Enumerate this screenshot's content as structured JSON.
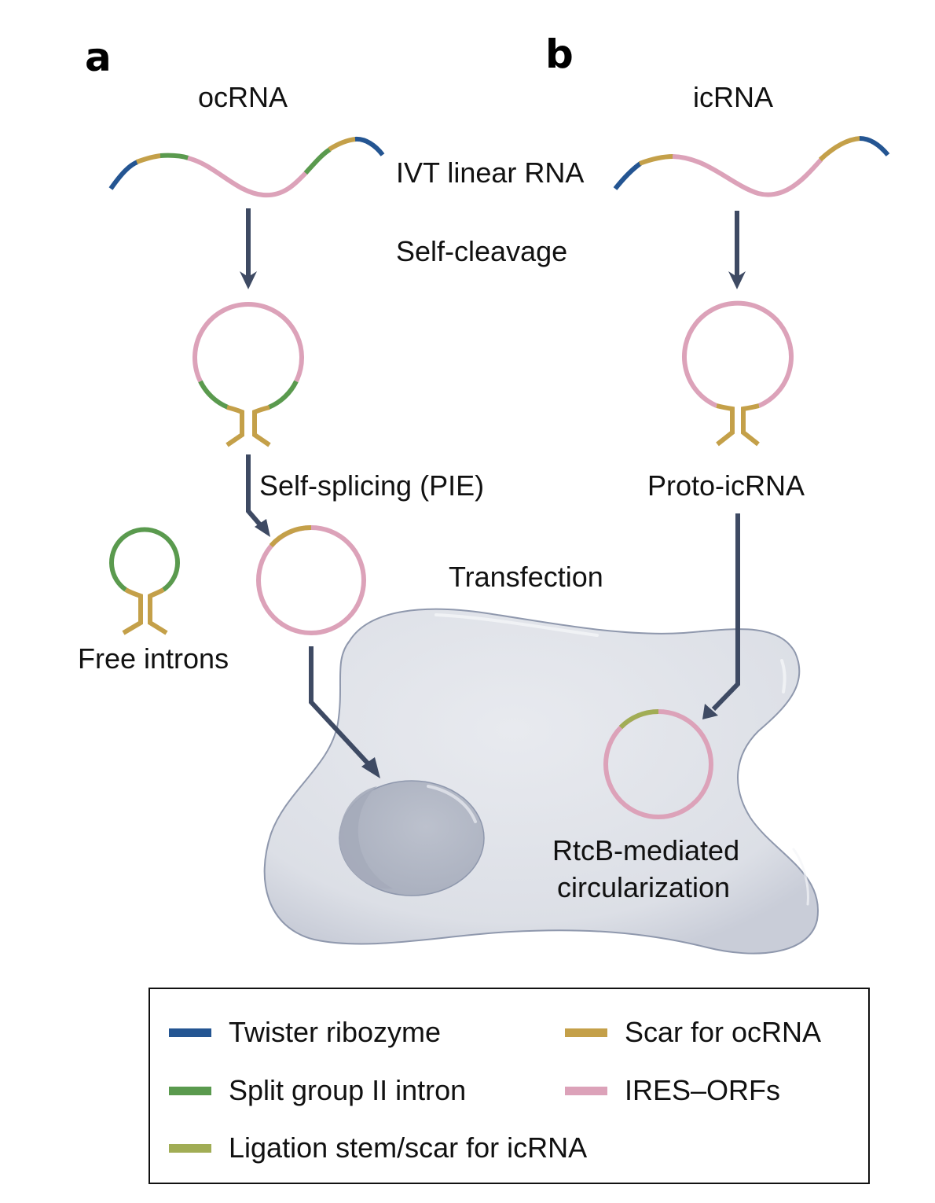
{
  "panels": {
    "a": {
      "letter": "a",
      "title": "ocRNA"
    },
    "b": {
      "letter": "b",
      "title": "icRNA"
    }
  },
  "steps": {
    "ivt": "IVT linear RNA",
    "self_cleavage": "Self-cleavage",
    "self_splicing": "Self-splicing (PIE)",
    "proto": "Proto-icRNA",
    "free_introns": "Free introns",
    "transfection": "Transfection",
    "rtcb_line1": "RtcB-mediated",
    "rtcb_line2": "circularization"
  },
  "colors": {
    "twister": "#245592",
    "intron": "#5a9a4e",
    "scar_oc": "#c4a049",
    "ires": "#dca2b9",
    "ligation": "#a1ad55",
    "arrow": "#3e4a63",
    "cell_fill": "#e2e4ea",
    "cell_stroke": "#8f98ad",
    "nucleus": "#b5bac8"
  },
  "legend": {
    "items": [
      {
        "label": "Twister ribozyme",
        "color": "#245592"
      },
      {
        "label": "Scar for ocRNA",
        "color": "#c4a049"
      },
      {
        "label": "Split group II intron",
        "color": "#5a9a4e"
      },
      {
        "label": "IRES–ORFs",
        "color": "#dca2b9"
      },
      {
        "label": "Ligation stem/scar for icRNA",
        "color": "#a1ad55"
      }
    ]
  }
}
